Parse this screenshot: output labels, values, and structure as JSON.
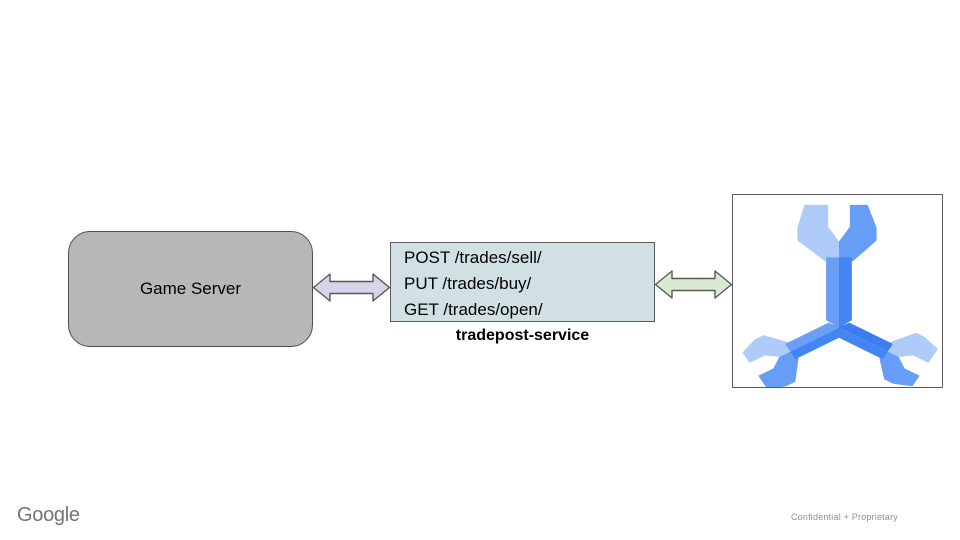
{
  "diagram": {
    "game_server": {
      "label": "Game Server"
    },
    "service": {
      "name": "tradepost-service",
      "endpoints": [
        "POST /trades/sell/",
        "PUT /trades/buy/",
        "GET /trades/open/"
      ]
    },
    "icons": {
      "left_connector": "bidirectional-arrow-icon",
      "right_connector": "bidirectional-arrow-icon",
      "database": "cloud-spanner-icon"
    }
  },
  "footer": {
    "brand": "Google",
    "classification": "Confidential + Proprietary"
  },
  "colors": {
    "game_box_fill": "#b7b7b7",
    "game_box_border": "#4f4f4f",
    "api_box_fill": "#d0e0e3",
    "api_box_border": "#595959",
    "arrow_purple": "#d9d2e9",
    "arrow_green": "#d9ead3",
    "arrow_border": "#595959",
    "spanner_box_border": "#5c5c5c",
    "text_black": "#000000",
    "footer_gray": "#747474",
    "note_gray": "#8f8f8f",
    "spanner_light": "#aecbfa",
    "spanner_mid": "#669df6",
    "spanner_shaft_light": "#6b9ff6",
    "spanner_shaft_mid": "#4385f3",
    "spanner_dark": "#3d7cf2"
  }
}
